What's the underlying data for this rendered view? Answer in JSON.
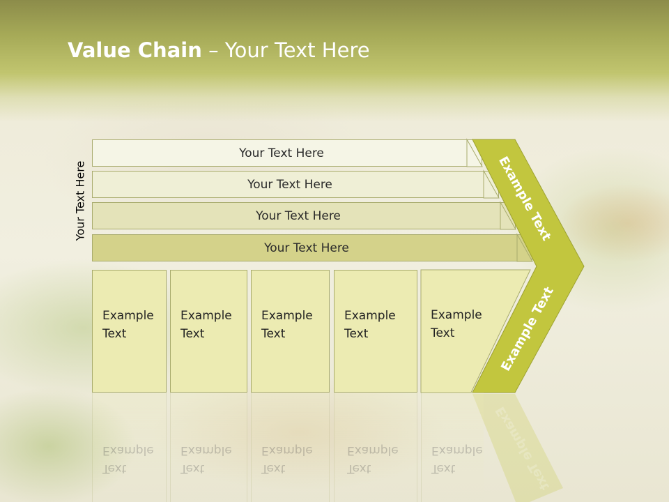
{
  "title": {
    "bold": "Value Chain",
    "rest": " – Your Text Here"
  },
  "side_label": "Your Text Here",
  "rows": [
    {
      "label": "Your Text Here",
      "color": "#f5f5e6"
    },
    {
      "label": "Your Text Here",
      "color": "#efefd6"
    },
    {
      "label": "Your Text Here",
      "color": "#e4e3b9"
    },
    {
      "label": "Your Text Here",
      "color": "#d4d28a"
    }
  ],
  "columns": [
    {
      "line1": "Example",
      "line2": "Text"
    },
    {
      "line1": "Example",
      "line2": "Text"
    },
    {
      "line1": "Example",
      "line2": "Text"
    },
    {
      "line1": "Example",
      "line2": "Text"
    },
    {
      "line1": "Example",
      "line2": "Text"
    }
  ],
  "chevron": {
    "upper_label": "Example Text",
    "lower_label": "Example Text",
    "color": "#c2c63e"
  }
}
